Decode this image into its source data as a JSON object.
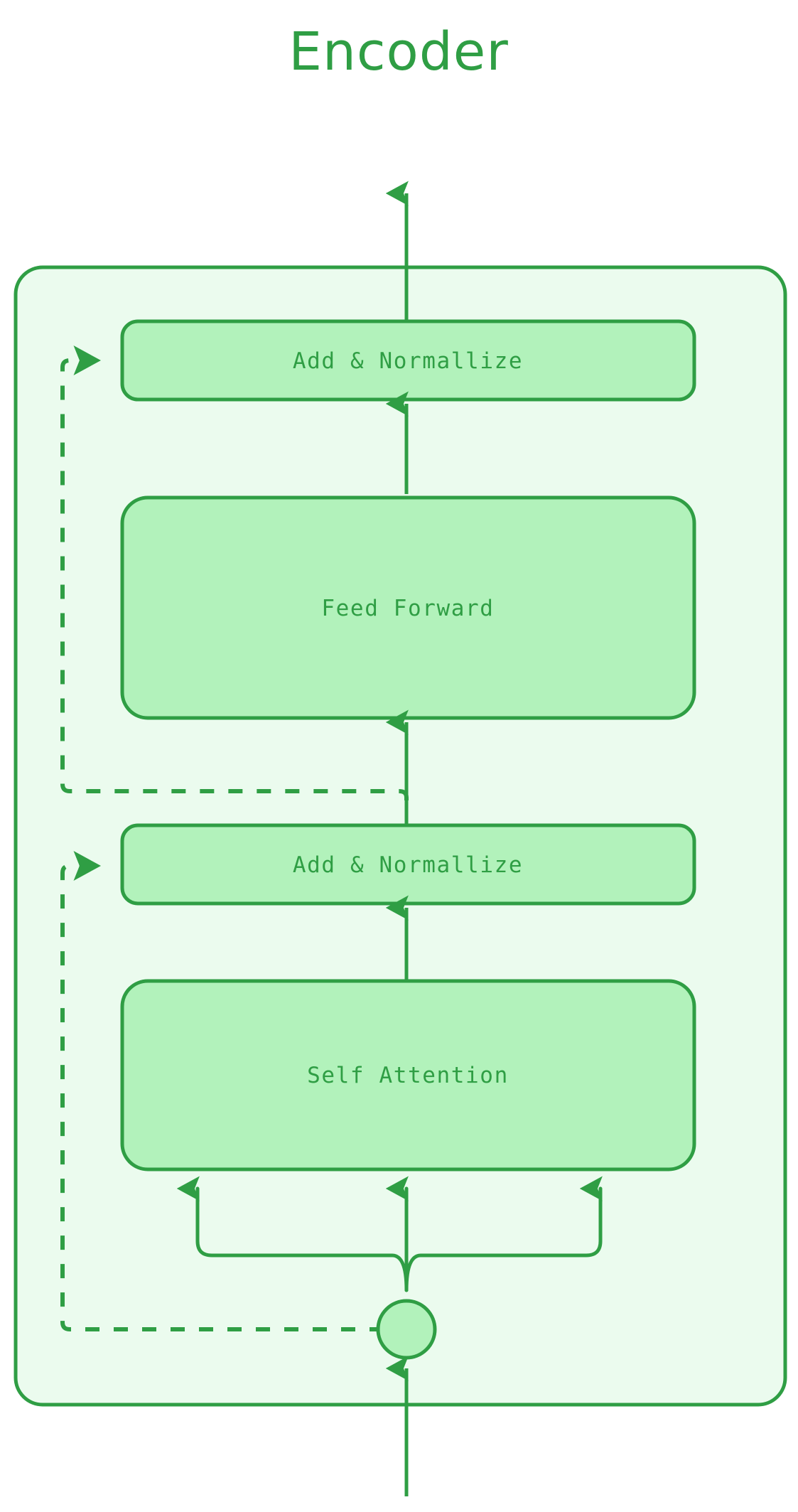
{
  "diagram": {
    "title": "Encoder",
    "type": "transformer-encoder-block",
    "colors": {
      "stroke": "#2f9e44",
      "text": "#2f9e44",
      "node_fill": "#b2f2bb",
      "container_fill": "#ebfbee",
      "page_background": "#ffffff"
    },
    "container": {
      "label": "encoder-block-container"
    },
    "nodes": [
      {
        "id": "add_norm_top",
        "label": "Add & Normallize",
        "shape": "rounded-rect"
      },
      {
        "id": "feed_forward",
        "label": "Feed Forward",
        "shape": "rounded-rect"
      },
      {
        "id": "add_norm_bottom",
        "label": "Add & Normallize",
        "shape": "rounded-rect"
      },
      {
        "id": "self_attention",
        "label": "Self Attention",
        "shape": "rounded-rect"
      },
      {
        "id": "input_node",
        "label": "",
        "shape": "circle"
      }
    ],
    "edges": [
      {
        "from": "input_node",
        "to": "self_attention",
        "style": "solid",
        "branches": 3
      },
      {
        "from": "self_attention",
        "to": "add_norm_bottom",
        "style": "solid"
      },
      {
        "from": "add_norm_bottom",
        "to": "feed_forward",
        "style": "solid"
      },
      {
        "from": "feed_forward",
        "to": "add_norm_top",
        "style": "solid"
      },
      {
        "from": "input_node",
        "to": "add_norm_bottom",
        "style": "dashed",
        "kind": "residual"
      },
      {
        "from": "add_norm_bottom",
        "to": "add_norm_top",
        "style": "dashed",
        "kind": "residual"
      },
      {
        "from": "external_input",
        "to": "input_node",
        "style": "solid"
      },
      {
        "from": "add_norm_top",
        "to": "external_output",
        "style": "solid"
      }
    ]
  }
}
